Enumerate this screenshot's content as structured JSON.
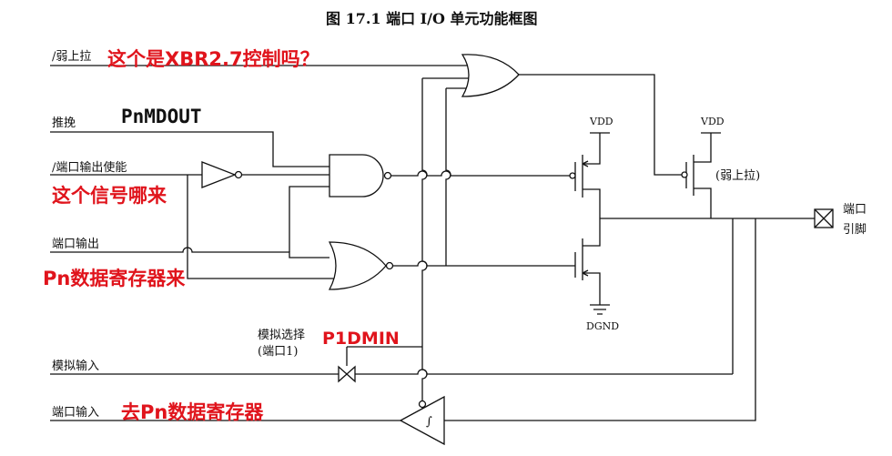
{
  "title": "图 17.1    端口 I/O 单元功能框图",
  "inputs": {
    "weak_pullup": "/弱上拉",
    "push_pull": "推挽",
    "output_enable": "/端口输出使能",
    "port_output": "端口输出",
    "analog_select": "模拟选择",
    "analog_select_sub": "(端口1)",
    "analog_input": "模拟输入",
    "port_input": "端口输入"
  },
  "circuit": {
    "vdd_left": "VDD",
    "vdd_right": "VDD",
    "dgnd": "DGND",
    "weak_pullup_note": "(弱上拉)",
    "pin_label_1": "端口",
    "pin_label_2": "引脚",
    "schmitt_symbol": "∫"
  },
  "annotations": {
    "q_xbr": "这个是XBR2.7控制吗？",
    "pnmdout": "PnMDOUT",
    "q_signal": "这个信号哪来",
    "from_pn": "Pn数据寄存器来",
    "p1dmin": "P1DMIN",
    "to_pn": "去Pn数据寄存器"
  },
  "colors": {
    "annotation": "#e0141c",
    "line": "#111111"
  }
}
